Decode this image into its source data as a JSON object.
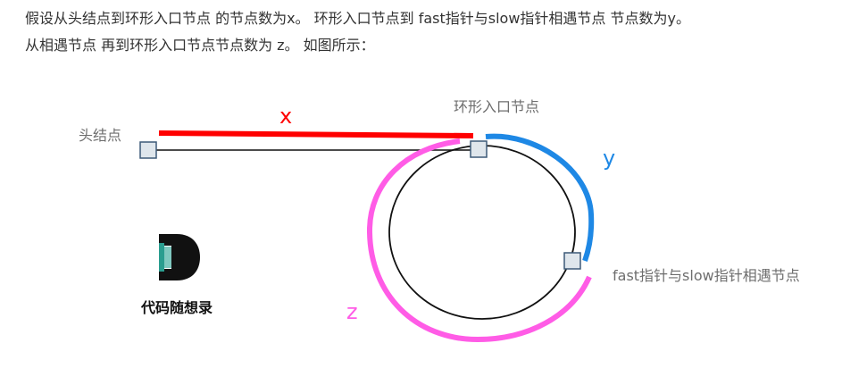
{
  "text": {
    "line1": "假设从头结点到环形入口节点 的节点数为x。 环形入口节点到 fast指针与slow指针相遇节点 节点数为y。",
    "line2": "从相遇节点 再到环形入口节点节点数为 z。 如图所示："
  },
  "diagram": {
    "head_label": "头结点",
    "entrance_label": "环形入口节点",
    "meeting_label": "fast指针与slow指针相遇节点",
    "x_label": "x",
    "y_label": "y",
    "z_label": "z",
    "colors": {
      "x": "#ff0000",
      "y": "#1e88e5",
      "z": "#ff5ce6",
      "node_fill": "#dfe6ec",
      "node_stroke": "#3d5a78",
      "line": "#111111",
      "logo_teal": "#2a9d8f"
    }
  },
  "logo": {
    "text": "代码随想录"
  }
}
